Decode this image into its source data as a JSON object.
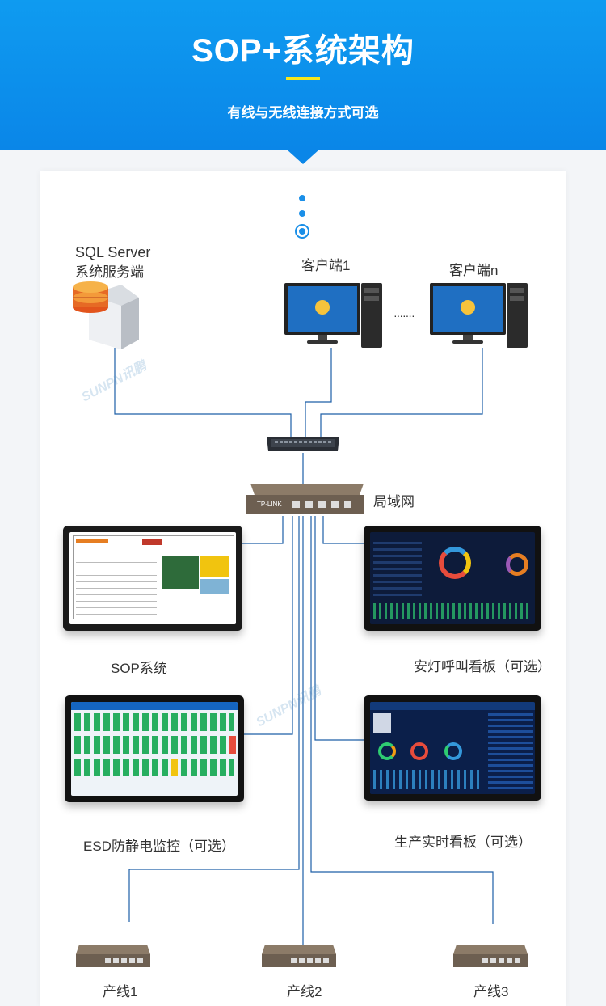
{
  "header": {
    "title": "SOP+系统架构",
    "subtitle": "有线与无线连接方式可选",
    "accent_color": "#f8e71c",
    "banner_color": "#0a86e8"
  },
  "nodes": {
    "sql_server": {
      "line1": "SQL  Server",
      "line2": "系统服务端"
    },
    "client1": "客户端1",
    "clientn": "客户端n",
    "ellipsis": "·······",
    "lan": "局域网",
    "sop": "SOP系统",
    "andon": "安灯呼叫看板（可选）",
    "esd": "ESD防静电监控（可选）",
    "production": "生产实时看板（可选）",
    "line1": "产线1",
    "line2": "产线2",
    "line3": "产线3"
  },
  "watermark": "SUNPN讯鹏",
  "line_color": "#1d5fa8"
}
